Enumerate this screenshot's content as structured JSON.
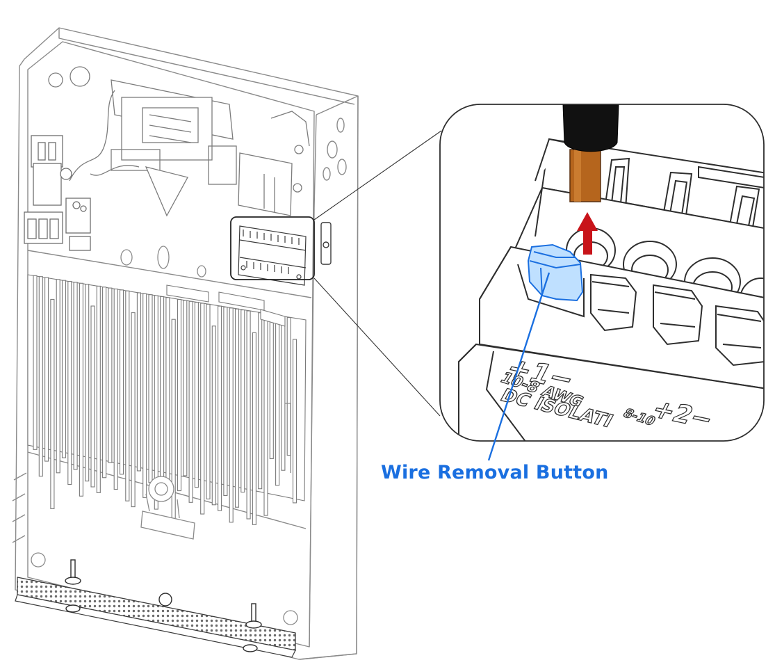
{
  "callout": {
    "label": "Wire Removal Button"
  },
  "terminal_markings": {
    "line1": "+1−",
    "line2": "10-8 AWG",
    "line3": "DC ISOLATI",
    "line4": "8-10",
    "line5": "+2−"
  },
  "colors": {
    "line": "#8a8a8a",
    "line_dark": "#2e2e2e",
    "callout_blue": "#1a6fe0",
    "button_fill": "#bfe0ff",
    "arrow_red": "#c8141a",
    "wire_copper": "#b5651d",
    "wire_insulation": "#111111"
  },
  "icons": {
    "pull_direction": "arrow-up-icon"
  }
}
